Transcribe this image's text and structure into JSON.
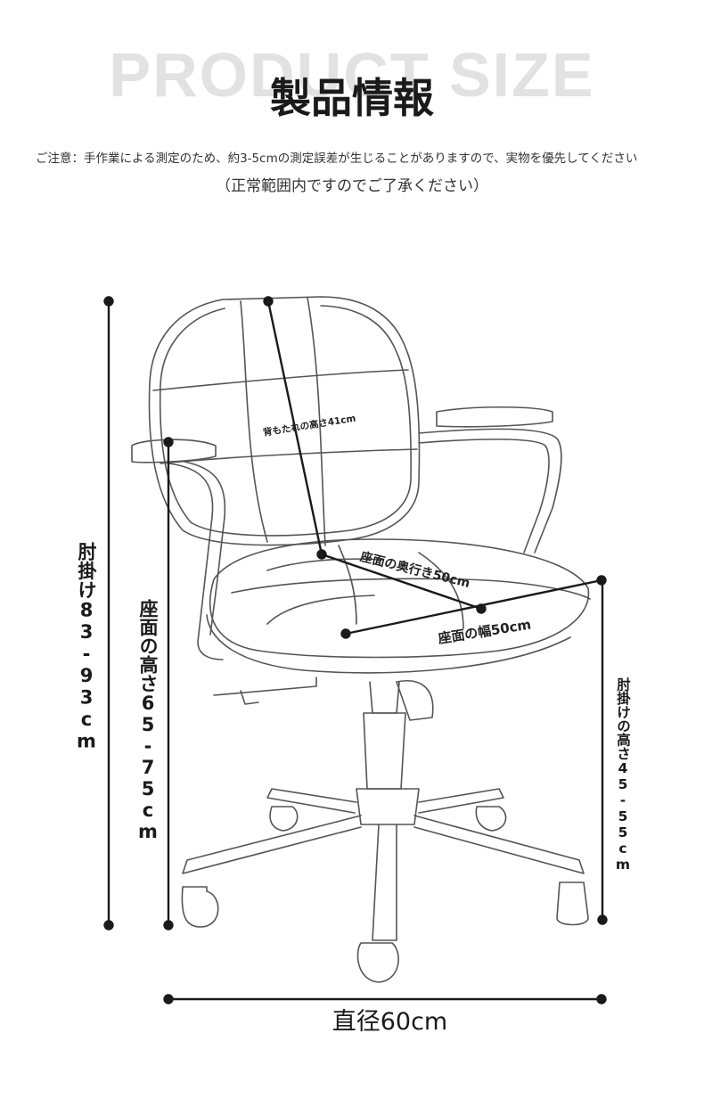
{
  "header": {
    "bg_title": "PRODUCT SIZE",
    "title": "製品情報"
  },
  "notes": {
    "line1": "ご注意：手作業による測定のため、約3-5cmの測定誤差が生じることがありますので、実物を優先してください",
    "line2": "（正常範囲内ですのでご了承ください）"
  },
  "dimensions": {
    "armrest_height_total": "肘掛け83-93cm",
    "seat_height": "座面の高さ65-75cm",
    "backrest_height": "背もたれの高さ41cm",
    "seat_depth": "座面の奥行き50cm",
    "seat_width": "座面の幅50cm",
    "armrest_height": "肘掛けの高さ45-55cm",
    "diameter": "直径60cm"
  },
  "colors": {
    "line": "#1a1a1a",
    "sketch": "#555555",
    "bg_title": "#e2e2e2"
  }
}
